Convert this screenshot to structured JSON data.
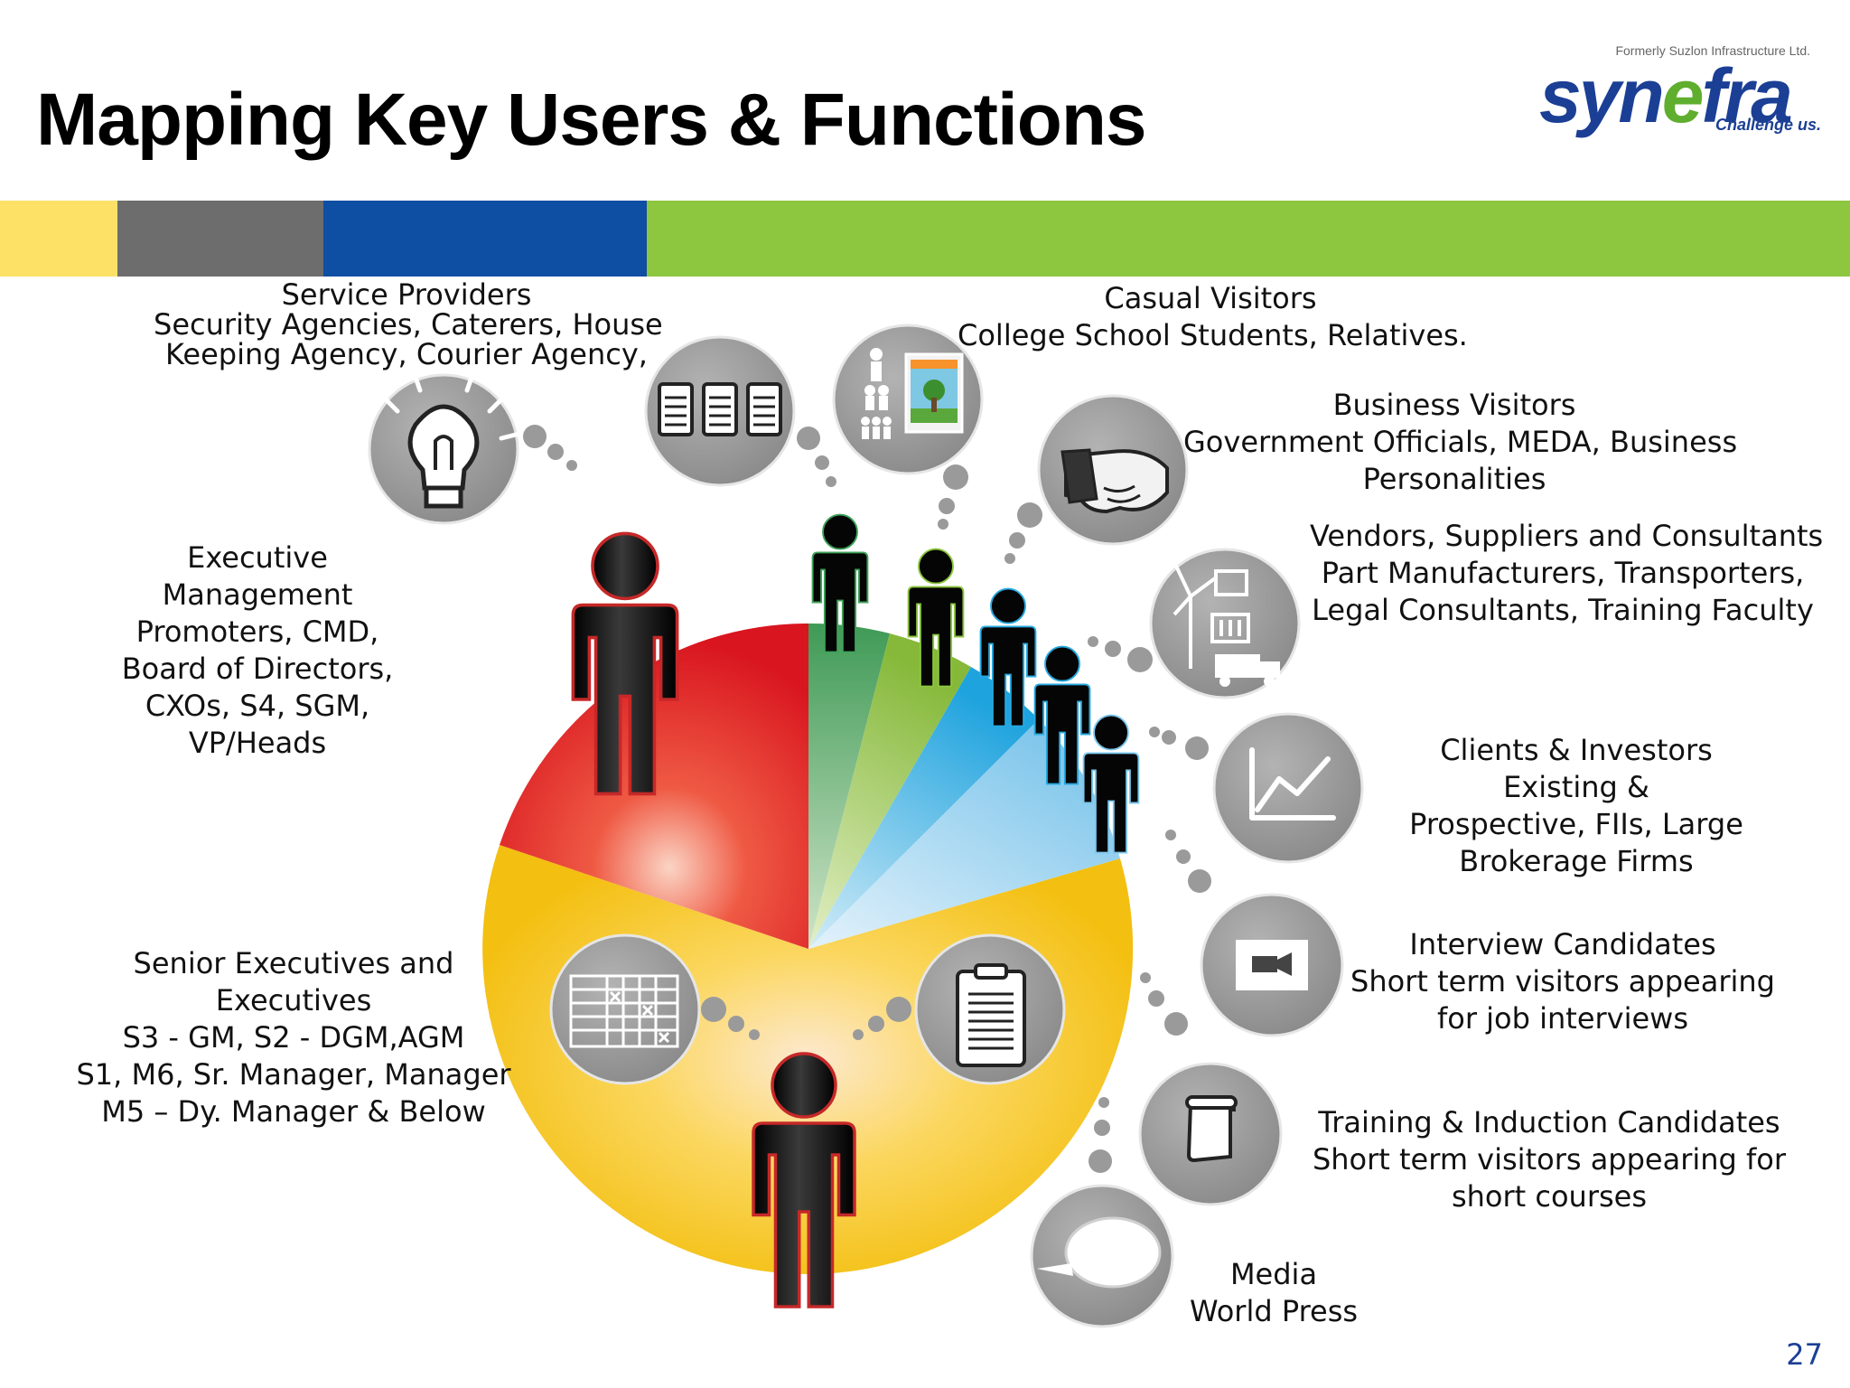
{
  "slide": {
    "title": "Mapping Key Users & Functions",
    "page_number": "27"
  },
  "logo": {
    "former": "Formerly Suzlon Infrastructure Ltd.",
    "brand_a": "syn",
    "brand_e": "e",
    "brand_b": "fra",
    "tagline": "Challenge us."
  },
  "colors": {
    "band": [
      "#fde167",
      "#6d6d6d",
      "#0e4ea3",
      "#8dc63f"
    ],
    "pie_red": "#e8202a",
    "pie_yellow": "#f6c919",
    "pie_green": "#4aa04a",
    "pie_lightgreen": "#8cc63f",
    "pie_blue": "#27a9e1",
    "pie_lightblue": "#7cc8ee",
    "circle_grey": "#9d9d9d"
  },
  "groups": {
    "service_providers": {
      "heading": "Service Providers",
      "lines": [
        "Security Agencies, Caterers, House",
        "Keeping Agency,  Courier Agency,"
      ]
    },
    "casual_visitors": {
      "heading": "Casual Visitors",
      "lines": [
        "College School Students, Relatives."
      ]
    },
    "business_visitors": {
      "heading": "Business Visitors",
      "lines": [
        "Government Officials, MEDA, Business",
        "Personalities"
      ]
    },
    "vendors": {
      "heading": "Vendors, Suppliers and Consultants",
      "lines": [
        "Part Manufacturers,  Transporters,",
        "Legal Consultants, Training  Faculty"
      ]
    },
    "executive_management": {
      "heading": "Executive",
      "lines": [
        "Management",
        "Promoters, CMD,",
        "Board of  Directors,",
        "CXOs, S4,  SGM,",
        "VP/Heads"
      ]
    },
    "clients_investors": {
      "heading": "Clients & Investors",
      "lines": [
        "Existing &",
        "Prospective, FIIs, Large",
        "Brokerage Firms"
      ]
    },
    "senior_executives": {
      "heading": "Senior Executives and",
      "lines": [
        "Executives",
        "S3  - GM,  S2  - DGM,AGM",
        "S1, M6,  Sr. Manager, Manager",
        "M5 – Dy. Manager & Below"
      ]
    },
    "interview_candidates": {
      "heading": "Interview Candidates",
      "lines": [
        "Short term visitors appearing",
        "for job interviews"
      ]
    },
    "training_candidates": {
      "heading": "Training & Induction Candidates",
      "lines": [
        "Short term visitors appearing for",
        "short courses"
      ]
    },
    "media": {
      "heading": "Media",
      "lines": [
        "World Press"
      ]
    }
  },
  "icons": [
    "lightbulb-icon",
    "clipboards-icon",
    "family-picture-icon",
    "handshake-icon",
    "wind-turbine-truck-icon",
    "growth-chart-icon",
    "video-camera-icon",
    "scroll-document-icon",
    "speech-bubble-icon",
    "schedule-grid-icon",
    "clipboard-icon"
  ]
}
